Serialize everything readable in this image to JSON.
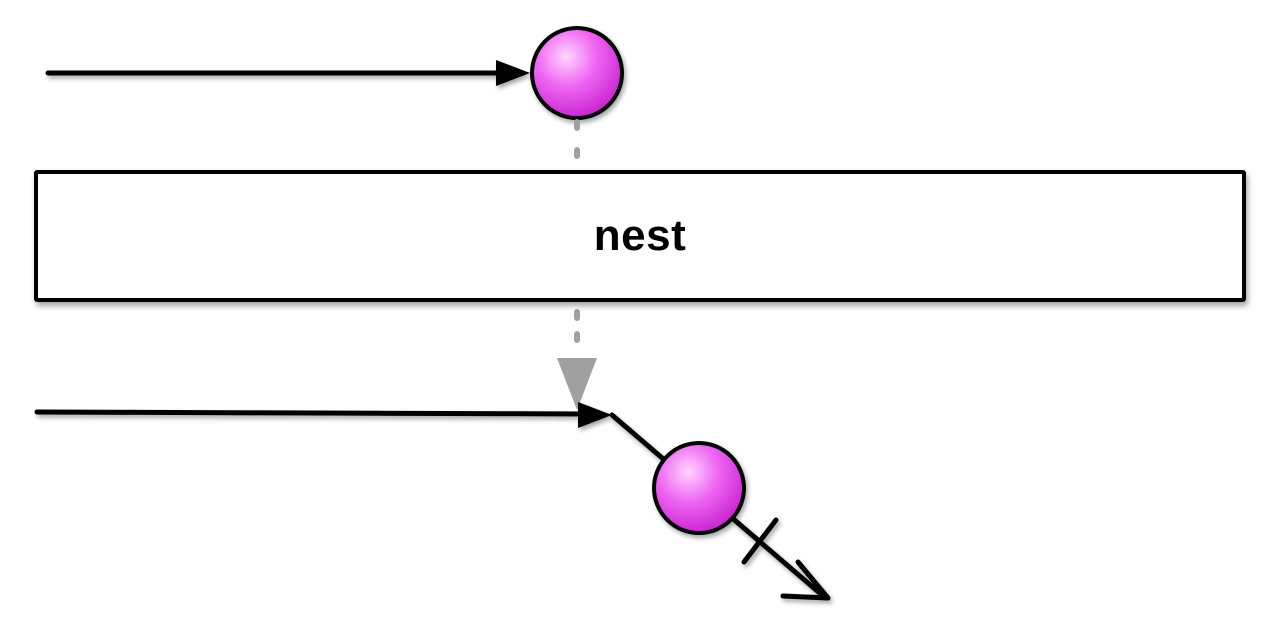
{
  "operator": {
    "label": "nest"
  },
  "colors": {
    "marble": "#e040e8",
    "marble_highlight": "#ffd6ff",
    "line": "#000000",
    "mapping": "#a0a0a0",
    "background": "#ffffff"
  },
  "source_timeline": {
    "marbles": 1,
    "terminated": false
  },
  "result_timeline": {
    "marbles": 1,
    "completed": true
  }
}
